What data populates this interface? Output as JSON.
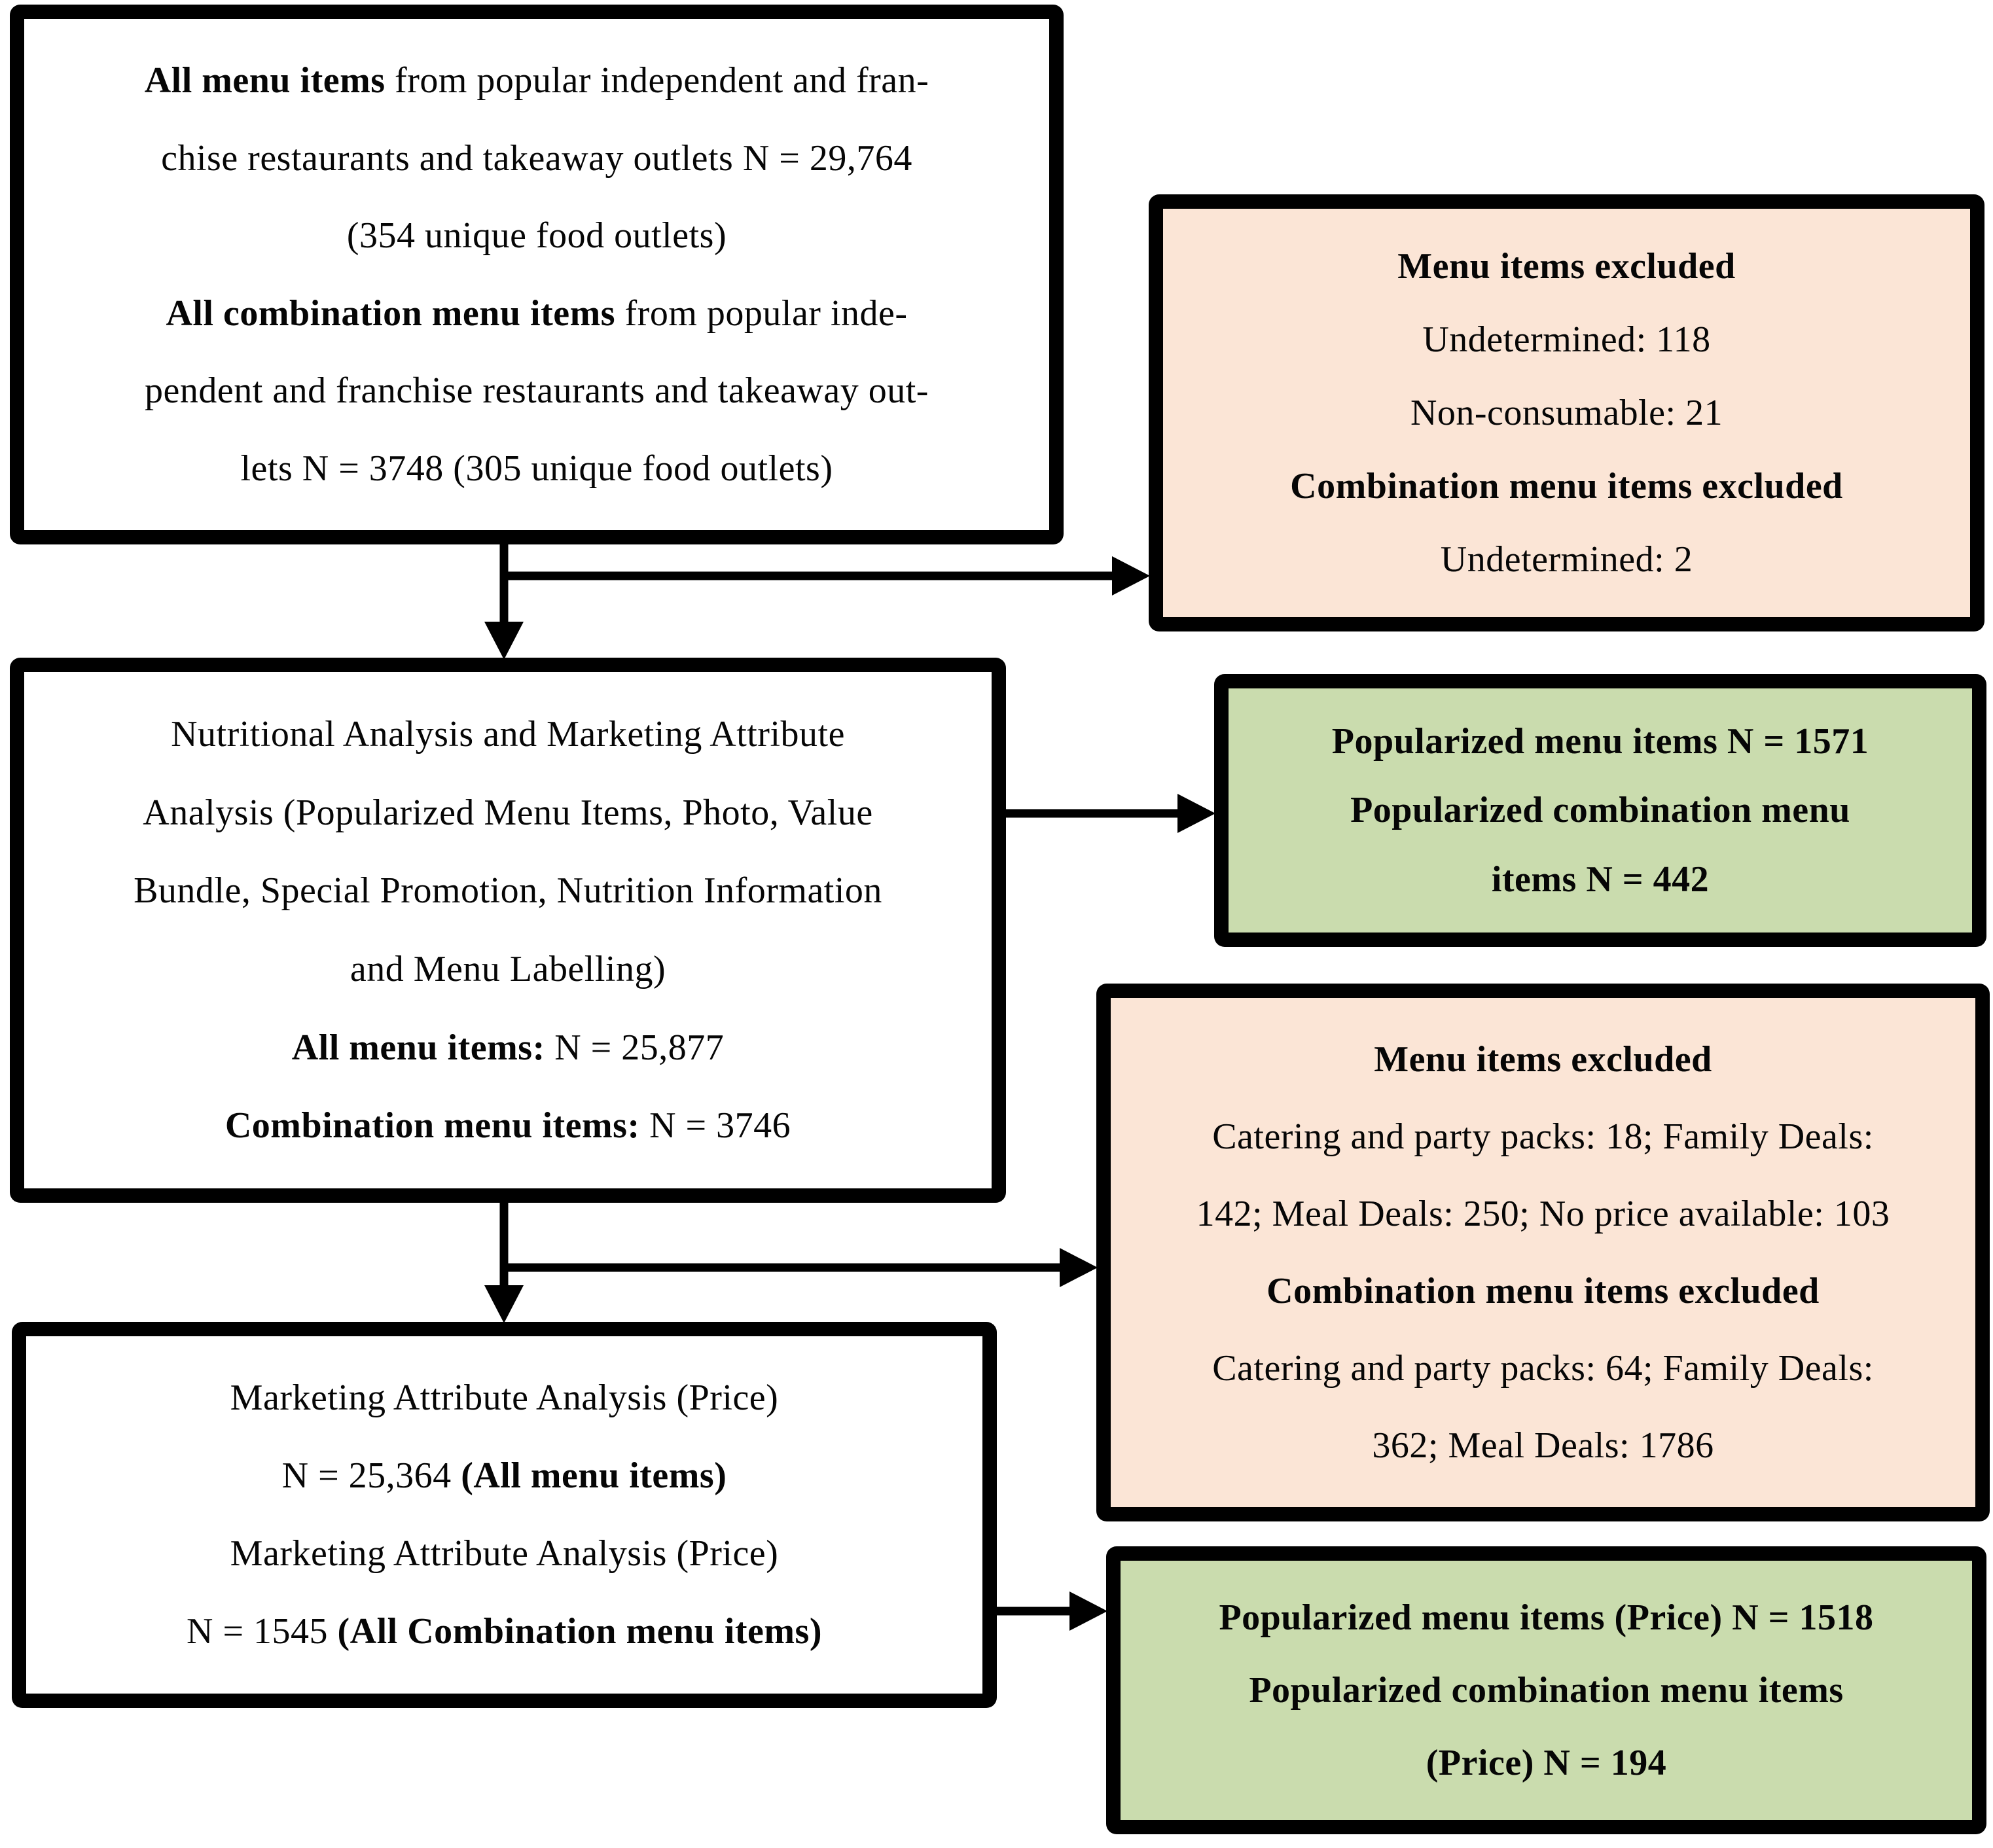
{
  "colors": {
    "background": "#ffffff",
    "box_border": "#000000",
    "text": "#060606",
    "excluded_box_fill": "#fbe5d6",
    "result_box_fill": "#cadcae",
    "process_box_fill": "#ffffff"
  },
  "boxes": {
    "source": {
      "lines": [
        {
          "segments": [
            {
              "text": "All menu items",
              "bold": true
            },
            {
              "text": " from popular independent and fran-",
              "bold": false
            }
          ]
        },
        {
          "segments": [
            {
              "text": "chise restaurants and takeaway outlets N = 29,764",
              "bold": false
            }
          ]
        },
        {
          "segments": [
            {
              "text": "(354 unique food outlets)",
              "bold": false
            }
          ]
        },
        {
          "segments": [
            {
              "text": "All combination menu items",
              "bold": true
            },
            {
              "text": " from popular inde-",
              "bold": false
            }
          ]
        },
        {
          "segments": [
            {
              "text": "pendent and franchise restaurants and takeaway out-",
              "bold": false
            }
          ]
        },
        {
          "segments": [
            {
              "text": "lets N = 3748 (305 unique food outlets)",
              "bold": false
            }
          ]
        }
      ]
    },
    "excluded1": {
      "lines": [
        {
          "segments": [
            {
              "text": "Menu items excluded",
              "bold": true
            }
          ]
        },
        {
          "segments": [
            {
              "text": "Undetermined: 118",
              "bold": false
            }
          ]
        },
        {
          "segments": [
            {
              "text": "Non-consumable: 21",
              "bold": false
            }
          ]
        },
        {
          "segments": [
            {
              "text": "Combination menu items excluded",
              "bold": true
            }
          ]
        },
        {
          "segments": [
            {
              "text": "Undetermined: 2",
              "bold": false
            }
          ]
        }
      ]
    },
    "analysis": {
      "lines": [
        {
          "segments": [
            {
              "text": "Nutritional Analysis and Marketing Attribute",
              "bold": false
            }
          ]
        },
        {
          "segments": [
            {
              "text": "Analysis (Popularized Menu Items, Photo, Value",
              "bold": false
            }
          ]
        },
        {
          "segments": [
            {
              "text": "Bundle, Special Promotion, Nutrition Information",
              "bold": false
            }
          ]
        },
        {
          "segments": [
            {
              "text": "and Menu Labelling)",
              "bold": false
            }
          ]
        },
        {
          "segments": [
            {
              "text": "All menu items:",
              "bold": true
            },
            {
              "text": " N = 25,877",
              "bold": false
            }
          ]
        },
        {
          "segments": [
            {
              "text": "Combination menu items:",
              "bold": true
            },
            {
              "text": " N = 3746",
              "bold": false
            }
          ]
        }
      ]
    },
    "popularized1": {
      "lines": [
        {
          "segments": [
            {
              "text": "Popularized menu items N = 1571",
              "bold": true
            }
          ]
        },
        {
          "segments": [
            {
              "text": "Popularized combination menu",
              "bold": true
            }
          ]
        },
        {
          "segments": [
            {
              "text": "items N = 442",
              "bold": true
            }
          ]
        }
      ]
    },
    "excluded2": {
      "lines": [
        {
          "segments": [
            {
              "text": "Menu items excluded",
              "bold": true
            }
          ]
        },
        {
          "segments": [
            {
              "text": "Catering and party packs: 18; Family Deals:",
              "bold": false
            }
          ]
        },
        {
          "segments": [
            {
              "text": "142; Meal Deals: 250; No price available: 103",
              "bold": false
            }
          ]
        },
        {
          "segments": [
            {
              "text": "Combination menu items excluded",
              "bold": true
            }
          ]
        },
        {
          "segments": [
            {
              "text": "Catering and party packs: 64; Family Deals:",
              "bold": false
            }
          ]
        },
        {
          "segments": [
            {
              "text": "362; Meal Deals: 1786",
              "bold": false
            }
          ]
        }
      ]
    },
    "price": {
      "lines": [
        {
          "segments": [
            {
              "text": "Marketing Attribute Analysis (Price)",
              "bold": false
            }
          ]
        },
        {
          "segments": [
            {
              "text": "N = 25,364 ",
              "bold": false
            },
            {
              "text": "(All menu items)",
              "bold": true
            }
          ]
        },
        {
          "segments": [
            {
              "text": "Marketing Attribute Analysis (Price)",
              "bold": false
            }
          ]
        },
        {
          "segments": [
            {
              "text": "N = 1545 ",
              "bold": false
            },
            {
              "text": "(All Combination menu items)",
              "bold": true
            }
          ]
        }
      ]
    },
    "popularized2": {
      "lines": [
        {
          "segments": [
            {
              "text": "Popularized menu items (Price) N = 1518",
              "bold": true
            }
          ]
        },
        {
          "segments": [
            {
              "text": "Popularized combination menu items",
              "bold": true
            }
          ]
        },
        {
          "segments": [
            {
              "text": "(Price) N = 194",
              "bold": true
            }
          ]
        }
      ]
    }
  }
}
